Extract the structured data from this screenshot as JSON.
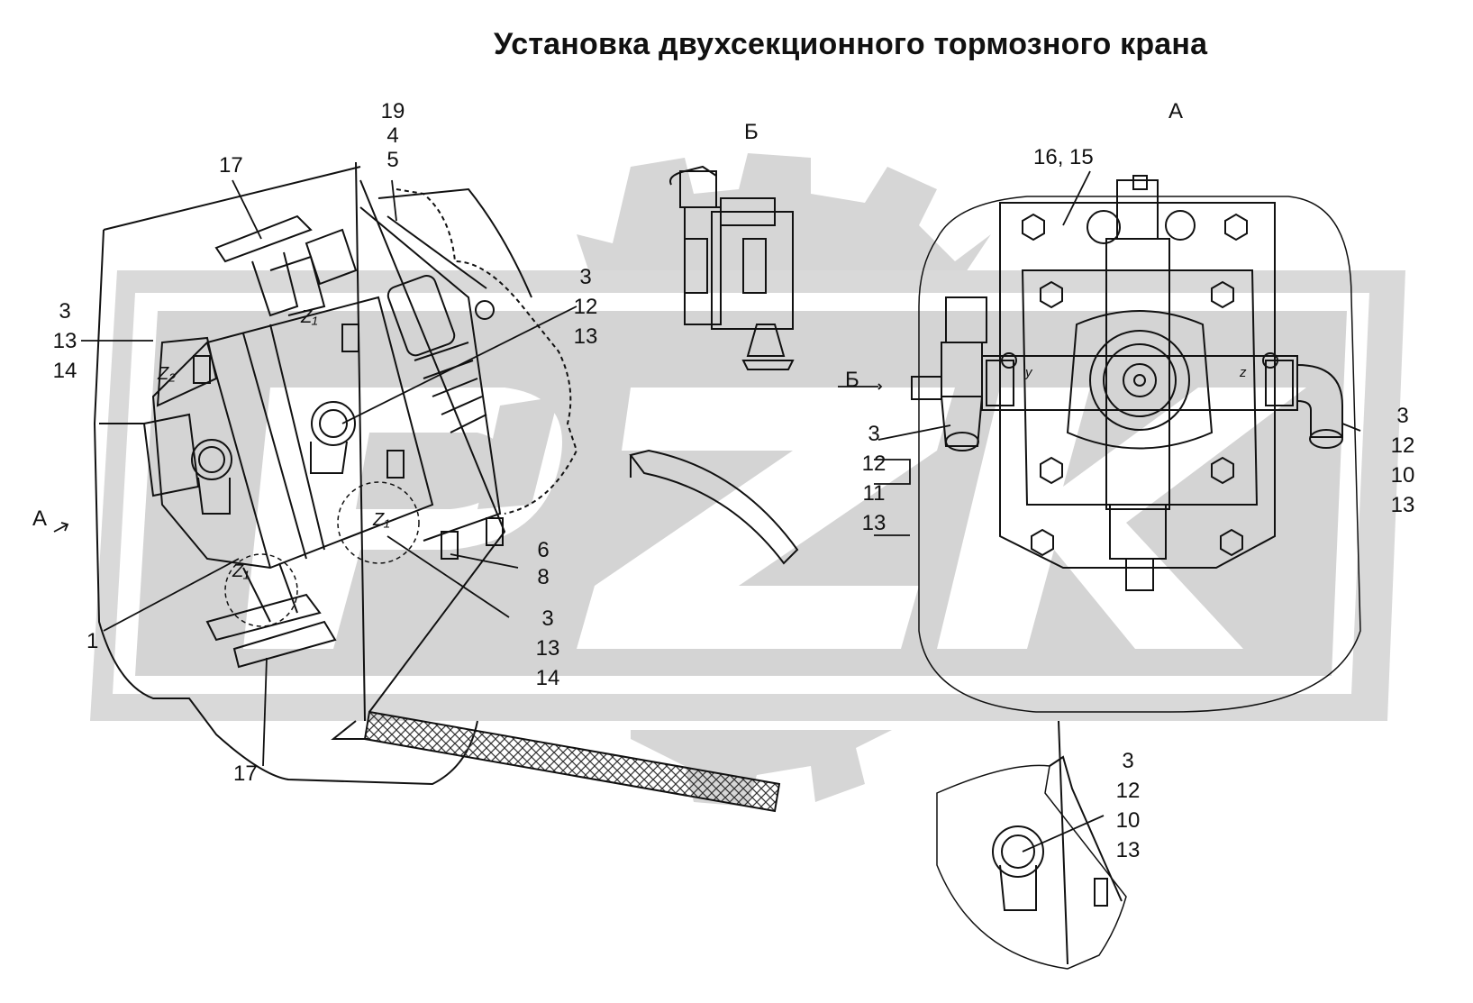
{
  "title": "Установка двухсекционного тормозного крана",
  "views": {
    "a_top": "А",
    "b_top": "Б",
    "a_left": "А",
    "b_arrow": "Б"
  },
  "callouts": {
    "c17_top": "17",
    "c19_4_5": [
      "19",
      "4",
      "5"
    ],
    "c3_13_14_left": [
      "3",
      "13",
      "14"
    ],
    "c3_12_13_mid": [
      "3",
      "12",
      "13"
    ],
    "c1": "1",
    "c6_8": [
      "6",
      "8"
    ],
    "c3_13_14_bottom": [
      "3",
      "13",
      "14"
    ],
    "c17_bottom": "17",
    "c16_15": "16, 15",
    "c3_12_11_13": [
      "3",
      "12",
      "11",
      "13"
    ],
    "c3_12_10_13_right": [
      "3",
      "12",
      "10",
      "13"
    ],
    "c3_12_10_13_bottom": [
      "3",
      "12",
      "10",
      "13"
    ]
  },
  "markers": {
    "z1_a": "Z₁",
    "z1_b": "Z₁",
    "z1_c": "Z₁",
    "z2_a": "Z₂",
    "y": "y",
    "z": "z"
  }
}
